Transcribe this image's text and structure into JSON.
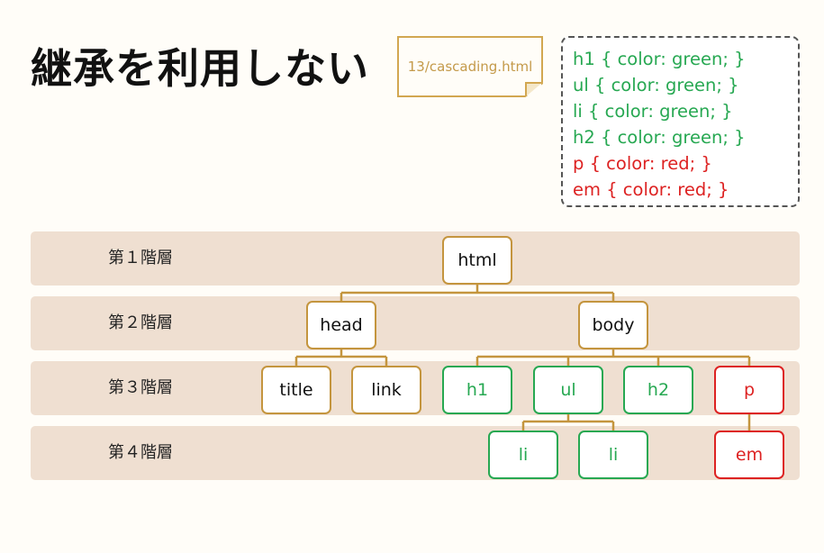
{
  "title": "継承を利用しない",
  "file_tag": "13/cascading.html",
  "css_rules": [
    {
      "text": "h1 { color: green; }",
      "color": "#27a852"
    },
    {
      "text": "ul { color: green; }",
      "color": "#27a852"
    },
    {
      "text": "li { color: green; }",
      "color": "#27a852"
    },
    {
      "text": "h2 { color: green; }",
      "color": "#27a852"
    },
    {
      "text": "p { color: red; }",
      "color": "#dd2222"
    },
    {
      "text": "em { color: red; }",
      "color": "#dd2222"
    }
  ],
  "levels": [
    "第１階層",
    "第２階層",
    "第３階層",
    "第４階層"
  ],
  "tree": {
    "html": "html",
    "head": "head",
    "body": "body",
    "title": "title",
    "link": "link",
    "h1": "h1",
    "ul": "ul",
    "h2": "h2",
    "p": "p",
    "li_1": "li",
    "li_2": "li",
    "em": "em"
  },
  "colors": {
    "default_border": "#c4953e",
    "green": "#27a852",
    "red": "#dd2222",
    "band": "#efdfd1"
  }
}
